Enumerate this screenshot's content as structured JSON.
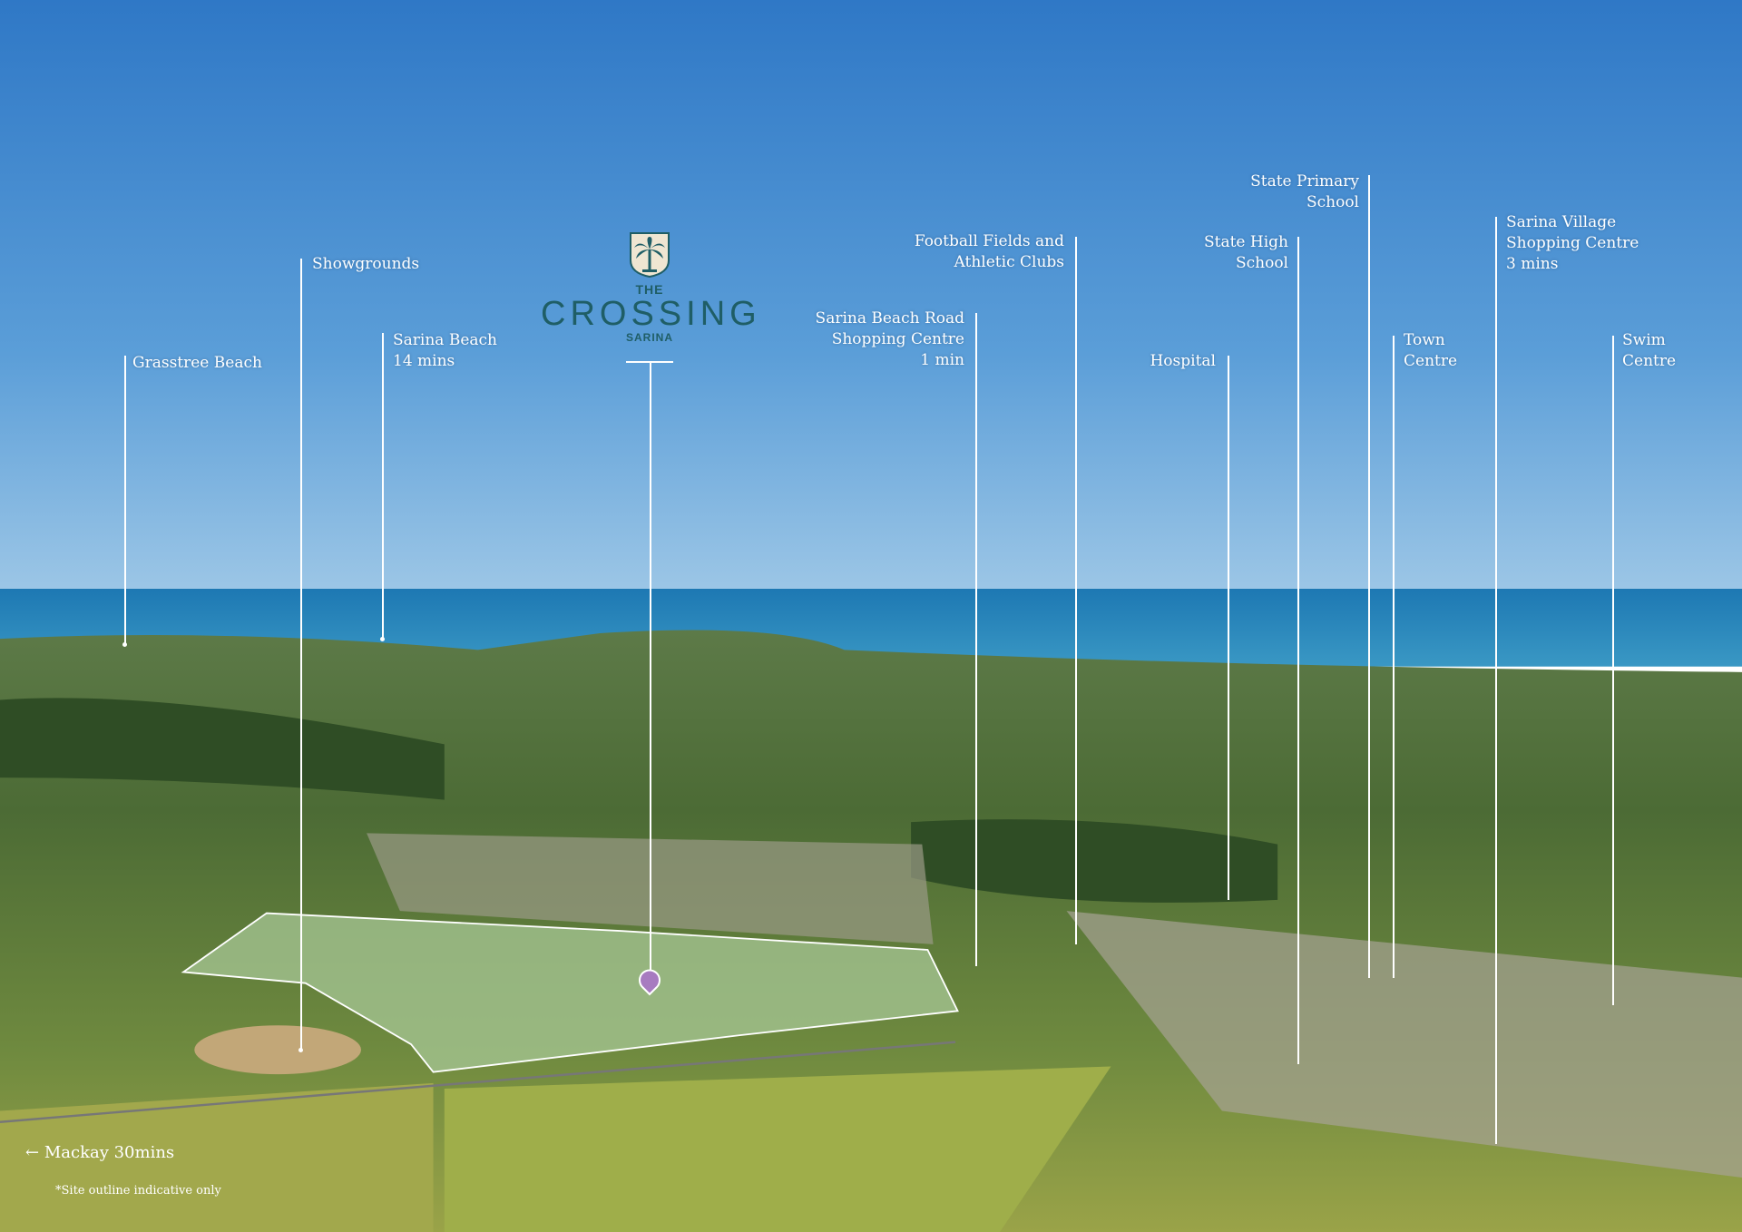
{
  "logo": {
    "the": "THE",
    "name": "CROSSING",
    "sub": "SARINA"
  },
  "labels": {
    "grasstree": "Grasstree Beach",
    "showgrounds": "Showgrounds",
    "sarina_beach": "Sarina Beach\n14 mins",
    "shopping_road": "Sarina Beach Road\nShopping Centre\n1 min",
    "football": "Football Fields and\nAthletic Clubs",
    "hospital": "Hospital",
    "high_school": "State High\nSchool",
    "primary_school": "State Primary\nSchool",
    "town_centre": "Town\nCentre",
    "village": "Sarina Village\nShopping Centre\n3 mins",
    "swim": "Swim\nCentre"
  },
  "footer": {
    "mackay": "Mackay 30mins",
    "note": "*Site outline indicative only"
  },
  "colors": {
    "sky": "#3f86cf",
    "sea": "#1f7fb5",
    "site": "#9fbf8e",
    "pin": "#a77bc0",
    "logo": "#1f5e66"
  }
}
